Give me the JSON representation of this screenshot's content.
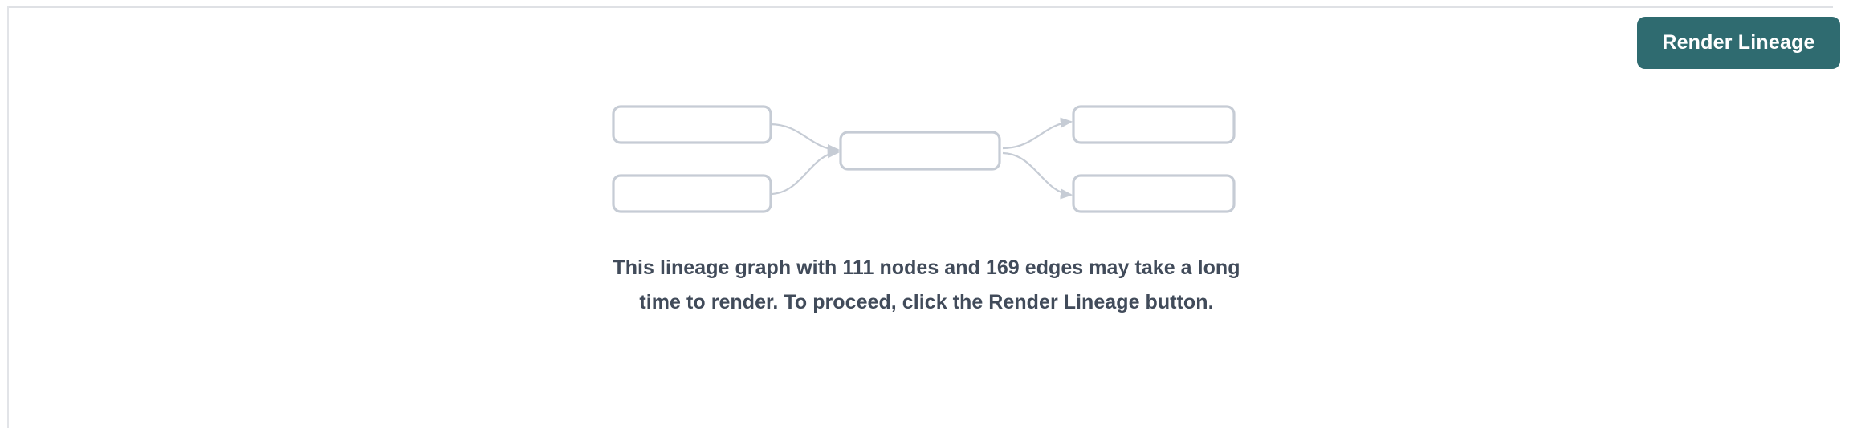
{
  "panel": {
    "background_color": "#ffffff",
    "rule_color": "#dfe1e5"
  },
  "toolbar": {
    "render_lineage_label": "Render Lineage",
    "render_lineage_color": "#2f6b70",
    "render_lineage_text_color": "#ffffff"
  },
  "placeholder": {
    "notice_text": "This lineage graph with 111 nodes and 169 edges may take a long time to render. To proceed, click the Render Lineage button.",
    "notice_color": "#414b5a",
    "node_count": 111,
    "edge_count": 169
  },
  "illustration": {
    "name": "lineage-graph-illustration",
    "stroke_color": "#c6ccd5",
    "nodes": [
      {
        "id": "upstream-1",
        "label": ""
      },
      {
        "id": "upstream-2",
        "label": ""
      },
      {
        "id": "center",
        "label": ""
      },
      {
        "id": "downstream-1",
        "label": ""
      },
      {
        "id": "downstream-2",
        "label": ""
      }
    ],
    "edges": [
      {
        "from": "upstream-1",
        "to": "center"
      },
      {
        "from": "upstream-2",
        "to": "center"
      },
      {
        "from": "center",
        "to": "downstream-1"
      },
      {
        "from": "center",
        "to": "downstream-2"
      }
    ]
  }
}
